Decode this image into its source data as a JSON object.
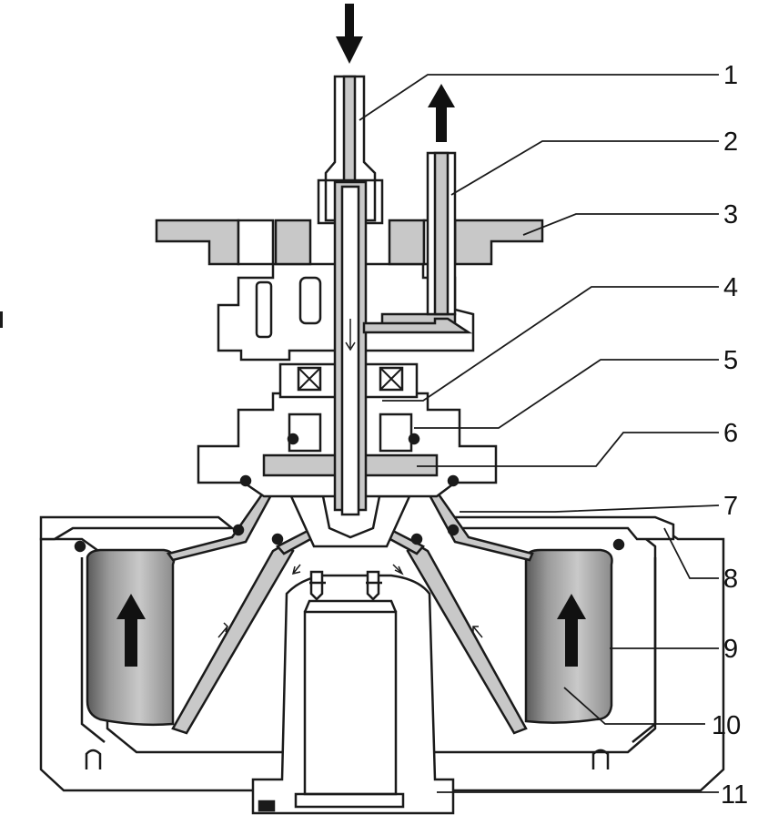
{
  "diagram": {
    "callouts": [
      {
        "label": "1",
        "name": "callout-1"
      },
      {
        "label": "2",
        "name": "callout-2"
      },
      {
        "label": "3",
        "name": "callout-3"
      },
      {
        "label": "4",
        "name": "callout-4"
      },
      {
        "label": "5",
        "name": "callout-5"
      },
      {
        "label": "6",
        "name": "callout-6"
      },
      {
        "label": "7",
        "name": "callout-7"
      },
      {
        "label": "8",
        "name": "callout-8"
      },
      {
        "label": "9",
        "name": "callout-9"
      },
      {
        "label": "10",
        "name": "callout-10"
      },
      {
        "label": "11",
        "name": "callout-11"
      }
    ],
    "colors": {
      "outline": "#1a1a1a",
      "body_fill": "#ffffff",
      "section_fill": "#c8c8c8",
      "dark_fill": "#6e6e6e",
      "arrow": "#111111"
    },
    "icons": {
      "inlet_flow": "arrow-down-icon",
      "outlet_flow": "arrow-up-icon",
      "centrifugal_flow": "arrow-up-icon"
    }
  }
}
